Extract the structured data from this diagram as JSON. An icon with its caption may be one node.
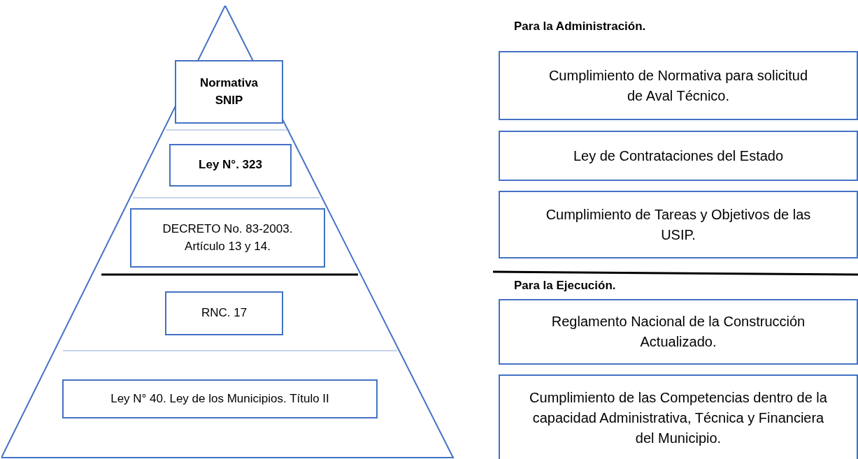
{
  "diagram": {
    "nodes": [
      {
        "text": [],
        "shape": "triangle"
      },
      {
        "text": [
          "Normativa SNIP"
        ],
        "in": 0
      },
      {
        "text": [
          "Ley N°. 323"
        ],
        "in": 0
      },
      {
        "text": [
          "DECRETO No. 83-2003. Artículo 13 y 14."
        ],
        "in": 0
      },
      {
        "text": [
          "RNC. 17"
        ],
        "in": 0
      },
      {
        "text": [
          "Ley N° 40. Ley de los Municipios. Título II"
        ],
        "in": 0
      },
      {
        "text": [
          "Cumplimiento de Normativa para solicitud de Aval Técnico."
        ]
      },
      {
        "text": [
          "Ley de Contrataciones del Estado"
        ]
      },
      {
        "text": [
          "Cumplimiento de Tareas y Objetivos de las USIP."
        ]
      },
      {
        "text": [
          "Reglamento Nacional de la Construcción Actualizado."
        ]
      },
      {
        "text": [
          "Cumplimiento de las Competencias dentro de la capacidad Administrativa, Técnica y Financiera del Municipio."
        ]
      }
    ],
    "edges": [],
    "labels": [
      "Para la Administración.",
      "Para la Ejecución."
    ]
  }
}
